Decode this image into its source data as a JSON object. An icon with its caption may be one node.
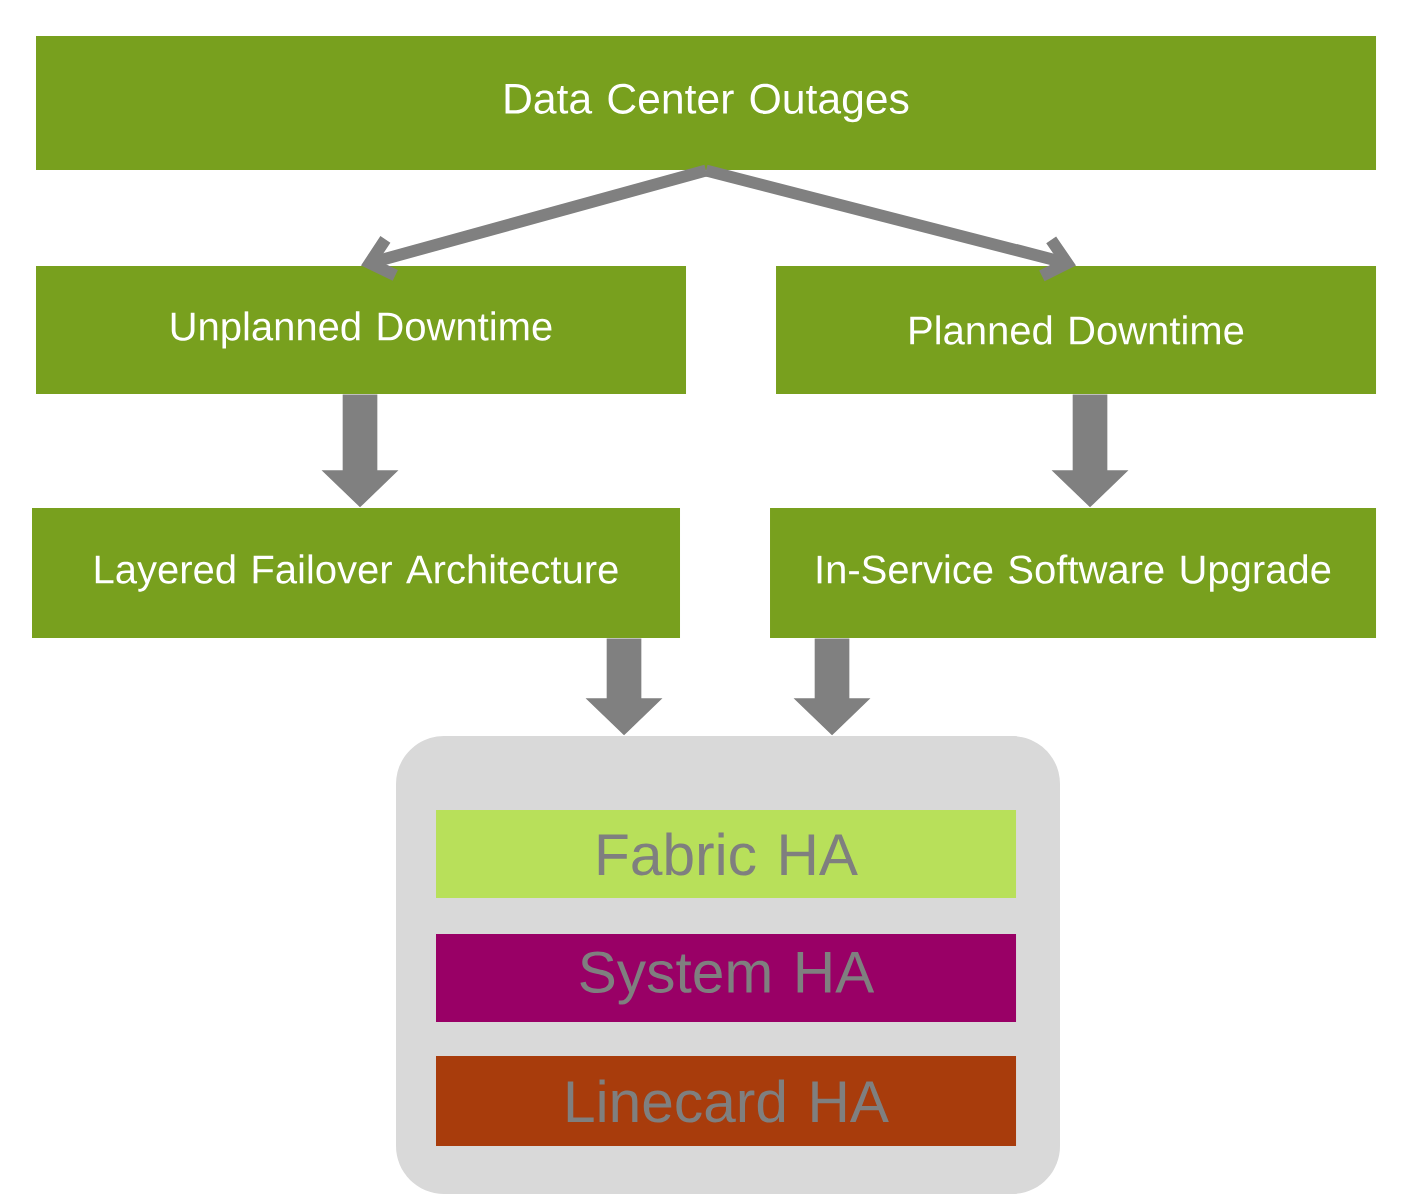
{
  "diagram": {
    "nodes": [
      {
        "text": [
          "Data Center Outages"
        ]
      },
      {
        "text": [
          "Unplanned Downtime"
        ]
      },
      {
        "text": [
          "Planned Downtime"
        ]
      },
      {
        "text": [
          "Layered Failover Architecture"
        ]
      },
      {
        "text": [
          "In-Service Software Upgrade"
        ]
      },
      {
        "text": [],
        "shape": "box"
      },
      {
        "text": [
          "Fabric HA"
        ],
        "in": 5
      },
      {
        "text": [
          "System HA"
        ],
        "in": 5
      },
      {
        "text": [
          "Linecard HA"
        ],
        "in": 5
      }
    ],
    "edges": [
      {
        "from": 0,
        "to": 1,
        "arrow": "to"
      },
      {
        "from": 0,
        "to": 2,
        "arrow": "to"
      },
      {
        "from": 1,
        "to": 3,
        "arrow": "to"
      },
      {
        "from": 2,
        "to": 4,
        "arrow": "to"
      },
      {
        "from": 3,
        "to": 5,
        "arrow": "to"
      },
      {
        "from": 4,
        "to": 5,
        "arrow": "to"
      }
    ]
  }
}
